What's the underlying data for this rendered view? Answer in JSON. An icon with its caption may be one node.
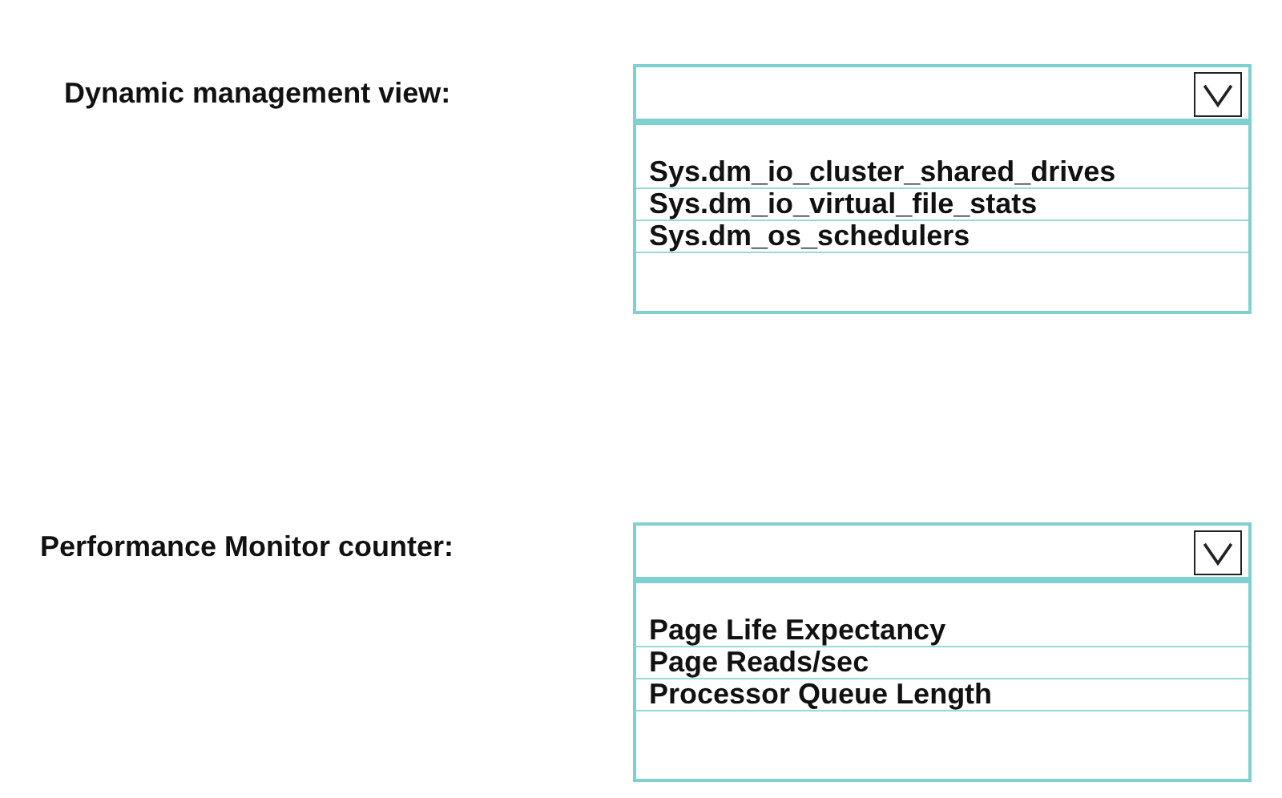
{
  "diagram": {
    "labels": [
      "Dynamic management view:",
      "Sys.dm_io_cluster_shared_drives",
      "Sys.dm_io_virtual_file_stats",
      "Sys.dm_os_schedulers",
      "Performance Monitor counter:",
      "Page Life Expectancy",
      "Page Reads/sec",
      "Processor Queue Length"
    ]
  }
}
